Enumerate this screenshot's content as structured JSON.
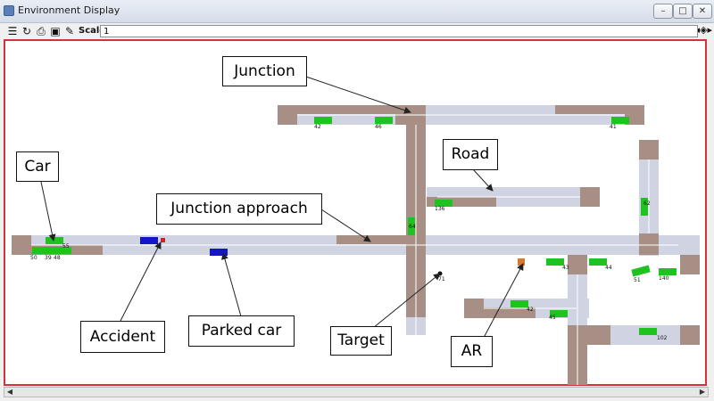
{
  "window": {
    "title": "Environment Display"
  },
  "toolbar": {
    "scale_label": "Scale:",
    "scale_value": "1"
  },
  "vehicles": [
    "42",
    "46",
    "41",
    "136",
    "64",
    "55",
    "50",
    "39",
    "48",
    "71",
    "43",
    "44",
    "51",
    "140",
    "62",
    "45",
    "102"
  ],
  "callouts": {
    "junction": "Junction",
    "road": "Road",
    "car": "Car",
    "junction_approach": "Junction approach",
    "accident": "Accident",
    "parked_car": "Parked car",
    "target": "Target",
    "ar": "AR"
  },
  "colors": {
    "car_green": "#1fc31f",
    "accident_blue": "#1515c8",
    "ar_orange": "#d57a2c",
    "frame_red": "#d7323c",
    "road_light": "#cfd3e2",
    "road_dark": "#a78f85"
  }
}
